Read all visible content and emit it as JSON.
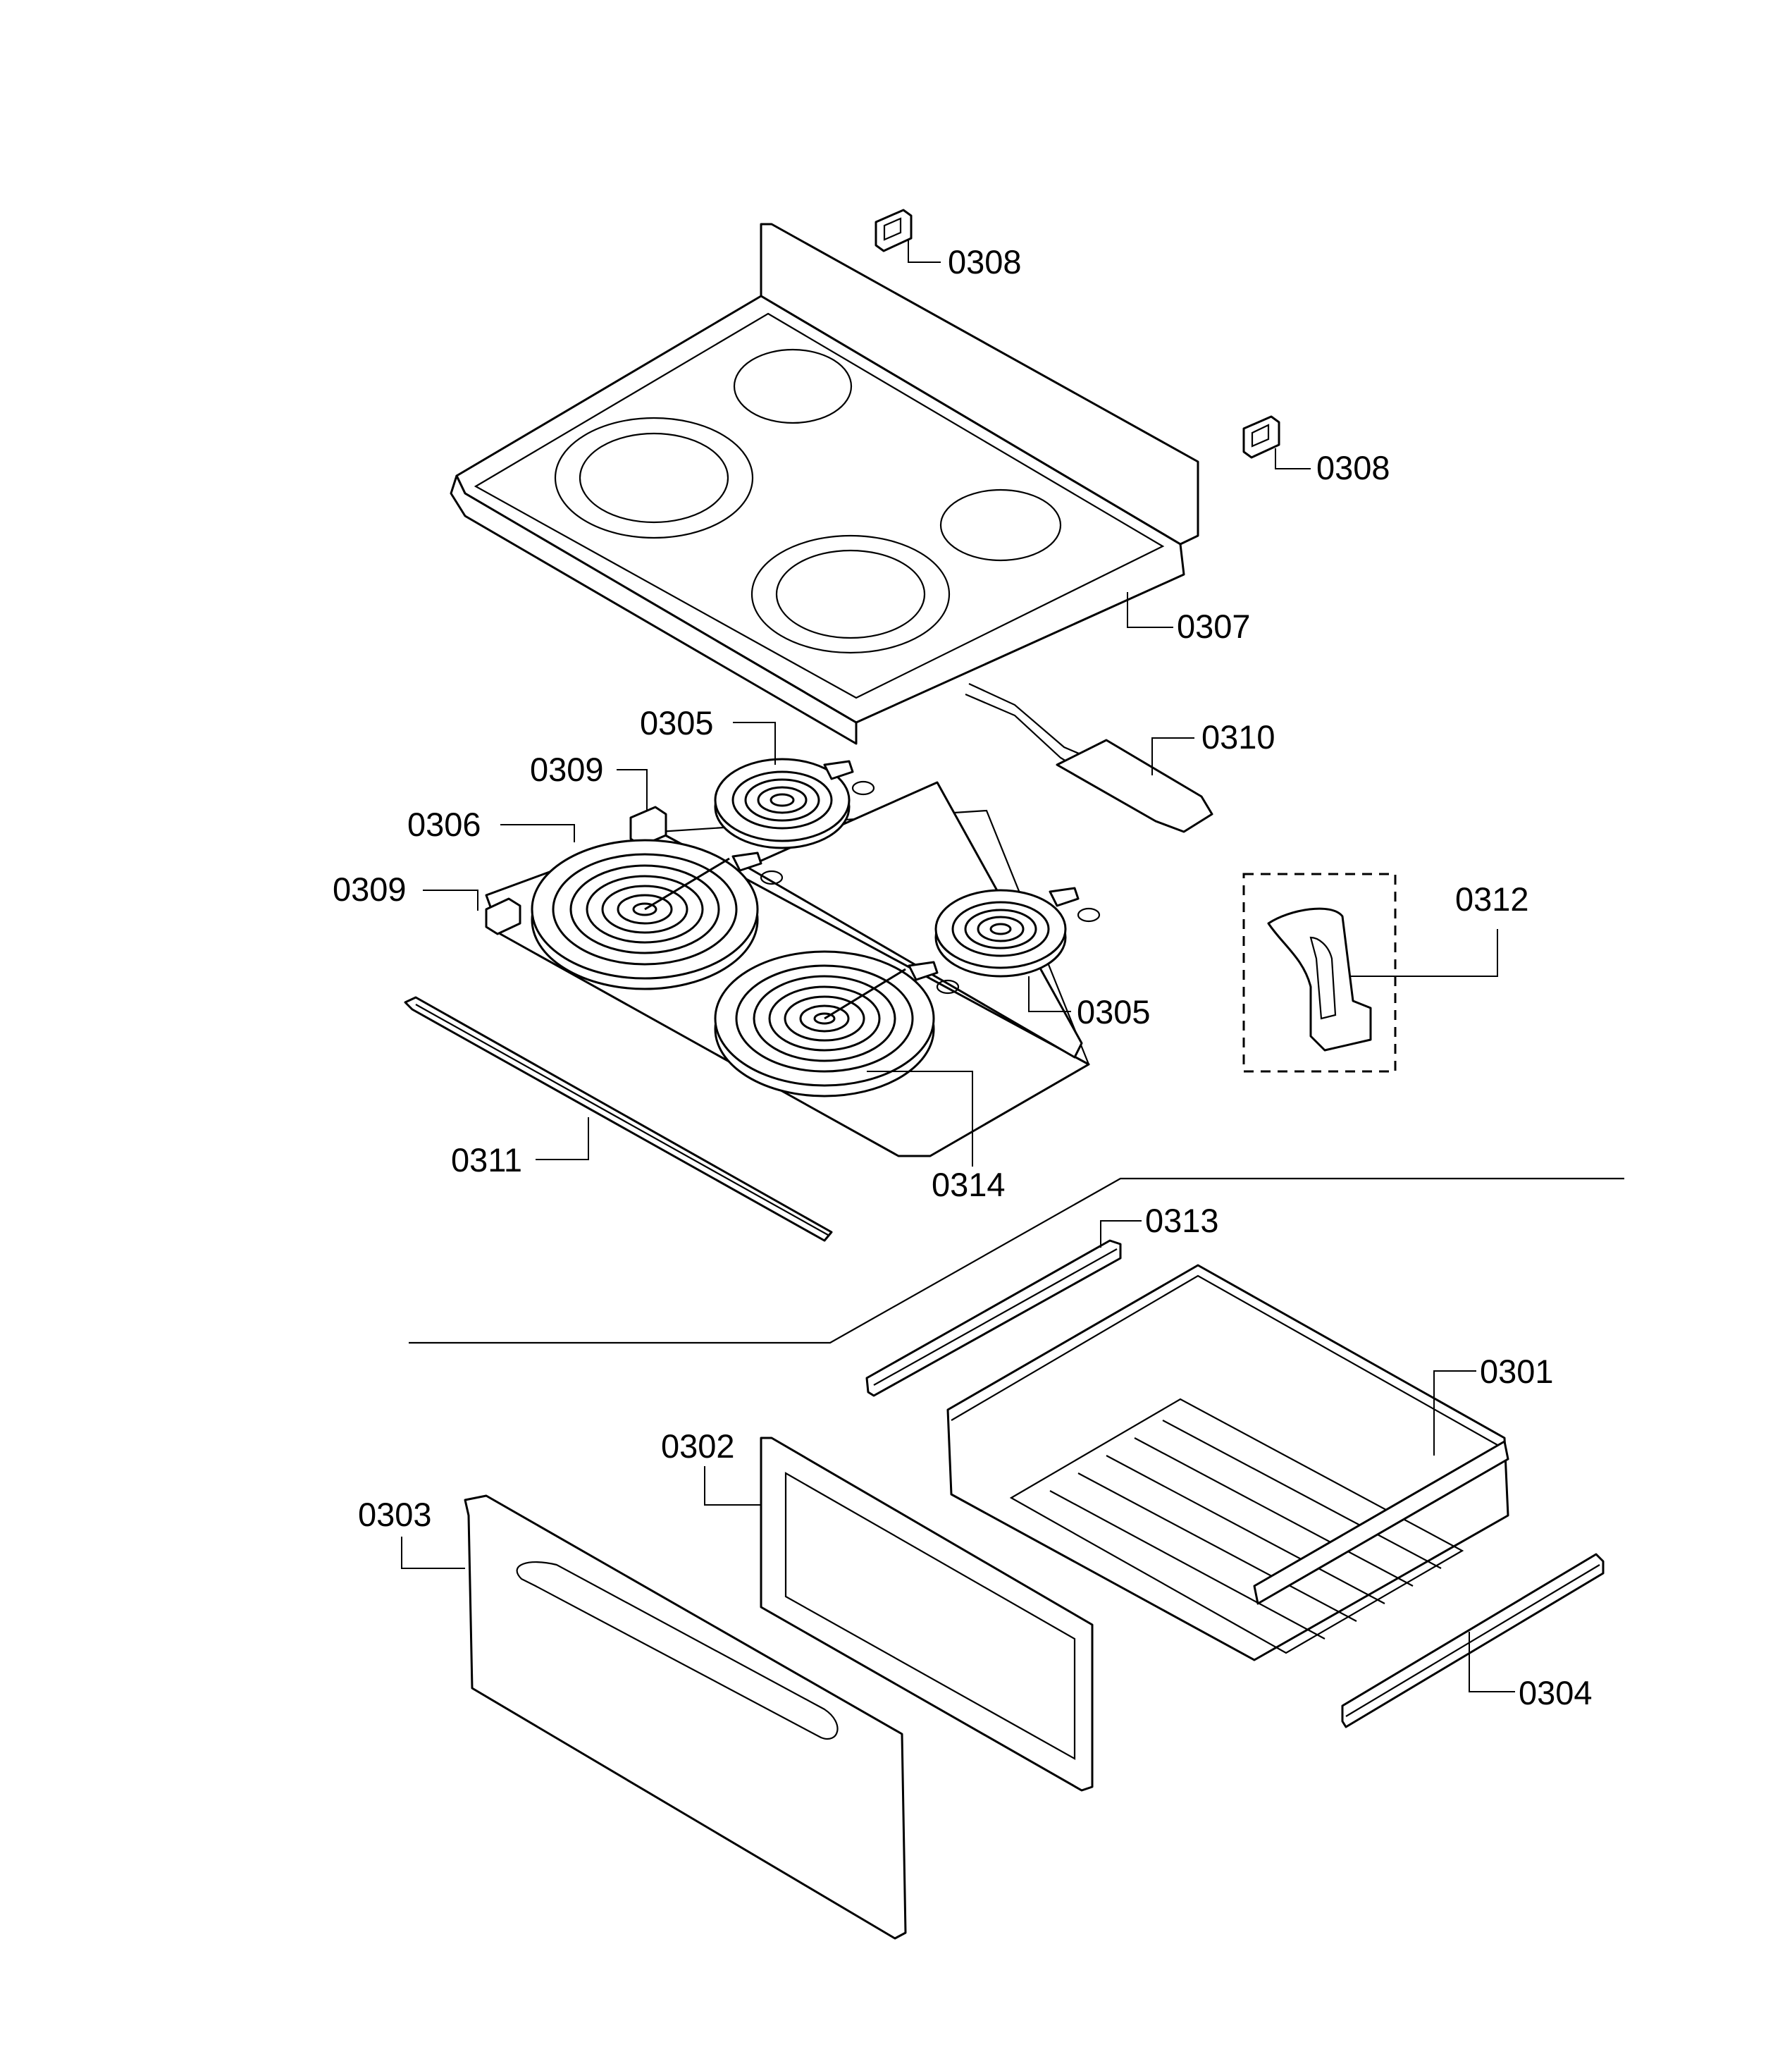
{
  "callouts": {
    "c0308_top": "0308",
    "c0308_right": "0308",
    "c0307": "0307",
    "c0305_upper": "0305",
    "c0310": "0310",
    "c0309_upper": "0309",
    "c0306": "0306",
    "c0309_lower": "0309",
    "c0312": "0312",
    "c0305_lower": "0305",
    "c0311": "0311",
    "c0314": "0314",
    "c0313": "0313",
    "c0301": "0301",
    "c0302": "0302",
    "c0303": "0303",
    "c0304": "0304"
  }
}
